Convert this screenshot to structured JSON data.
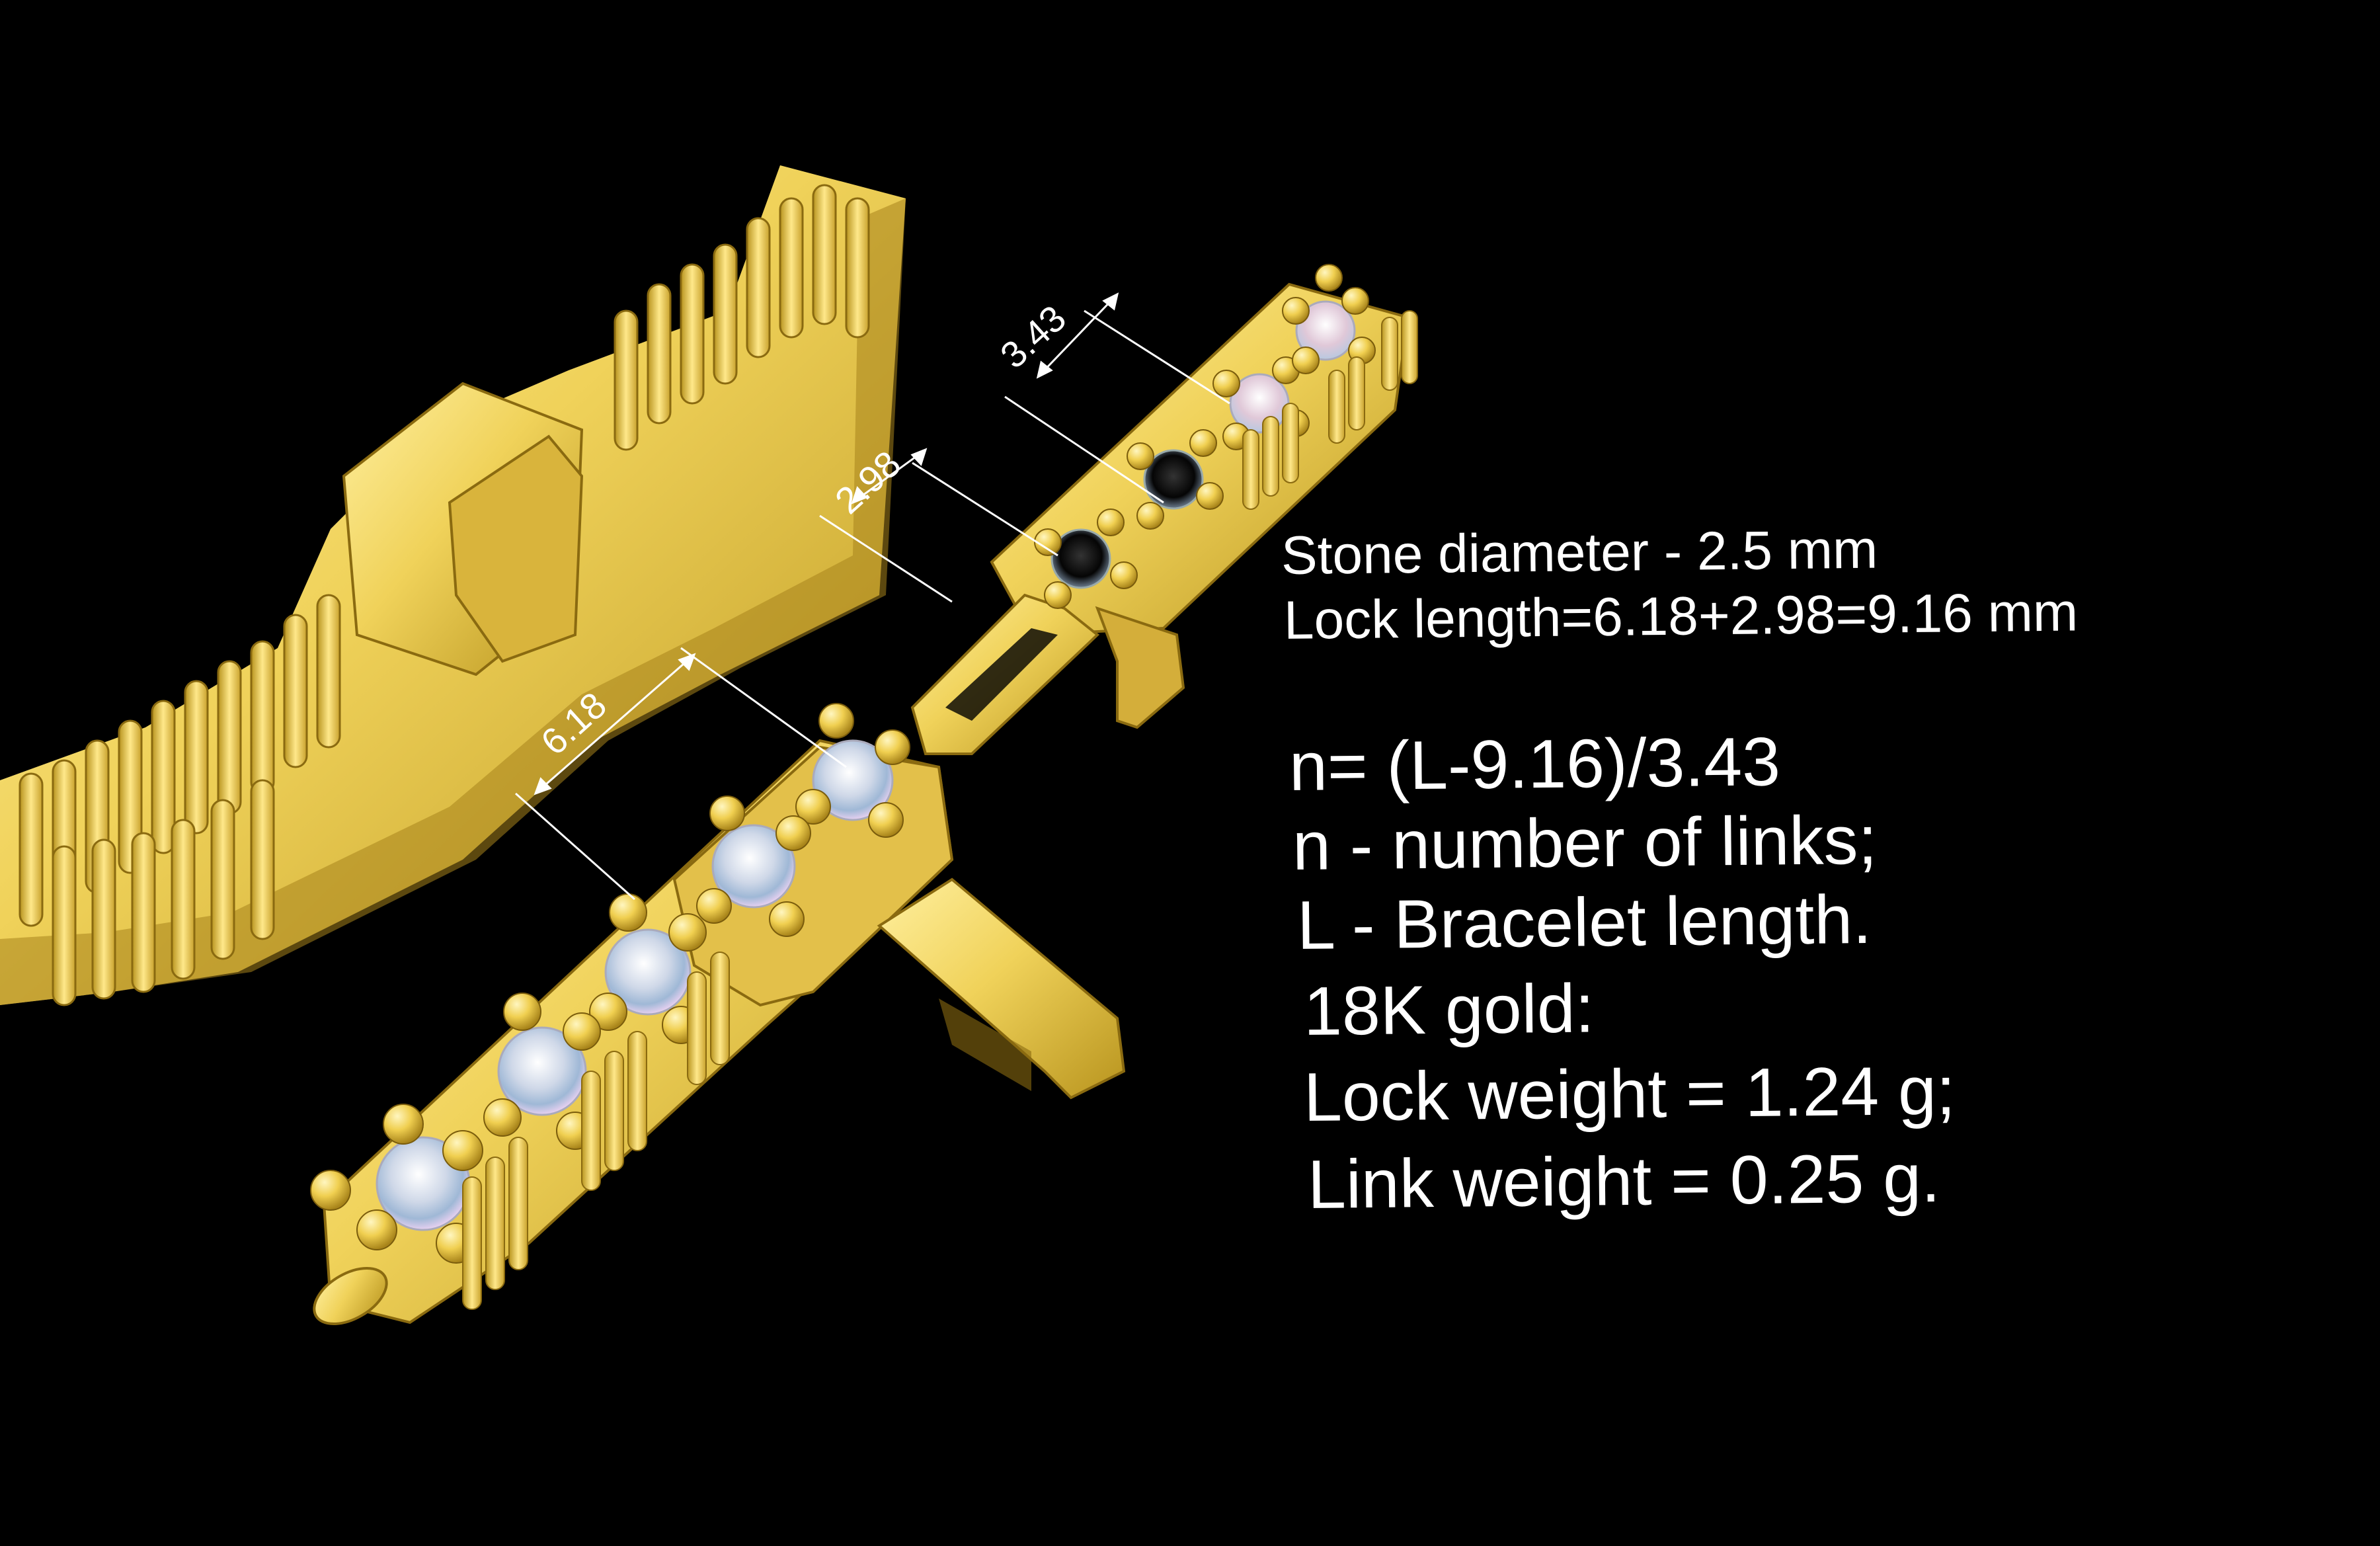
{
  "dimensions": {
    "link_pitch": "3.43",
    "lock_short": "2.98",
    "lock_long": "6.18"
  },
  "specs": {
    "stone_diameter": "Stone diameter - 2.5 mm",
    "lock_length": "Lock length=6.18+2.98=9.16 mm",
    "formula": "n= (L-9.16)/3.43",
    "n_def": "n - number of links;",
    "l_def": "L - Bracelet length.",
    "material": "18K gold:",
    "lock_weight": "Lock weight = 1.24 g;",
    "link_weight": "Link weight = 0.25 g."
  },
  "colors": {
    "background": "#000000",
    "gold": "#f0d25a",
    "gold_dark": "#b8941e",
    "gold_light": "#fff0a0",
    "text": "#ffffff"
  },
  "icons": [
    "bracelet-chain-icon",
    "lock-clasp-icon",
    "diamond-stone-icon",
    "dimension-arrow-icon"
  ]
}
